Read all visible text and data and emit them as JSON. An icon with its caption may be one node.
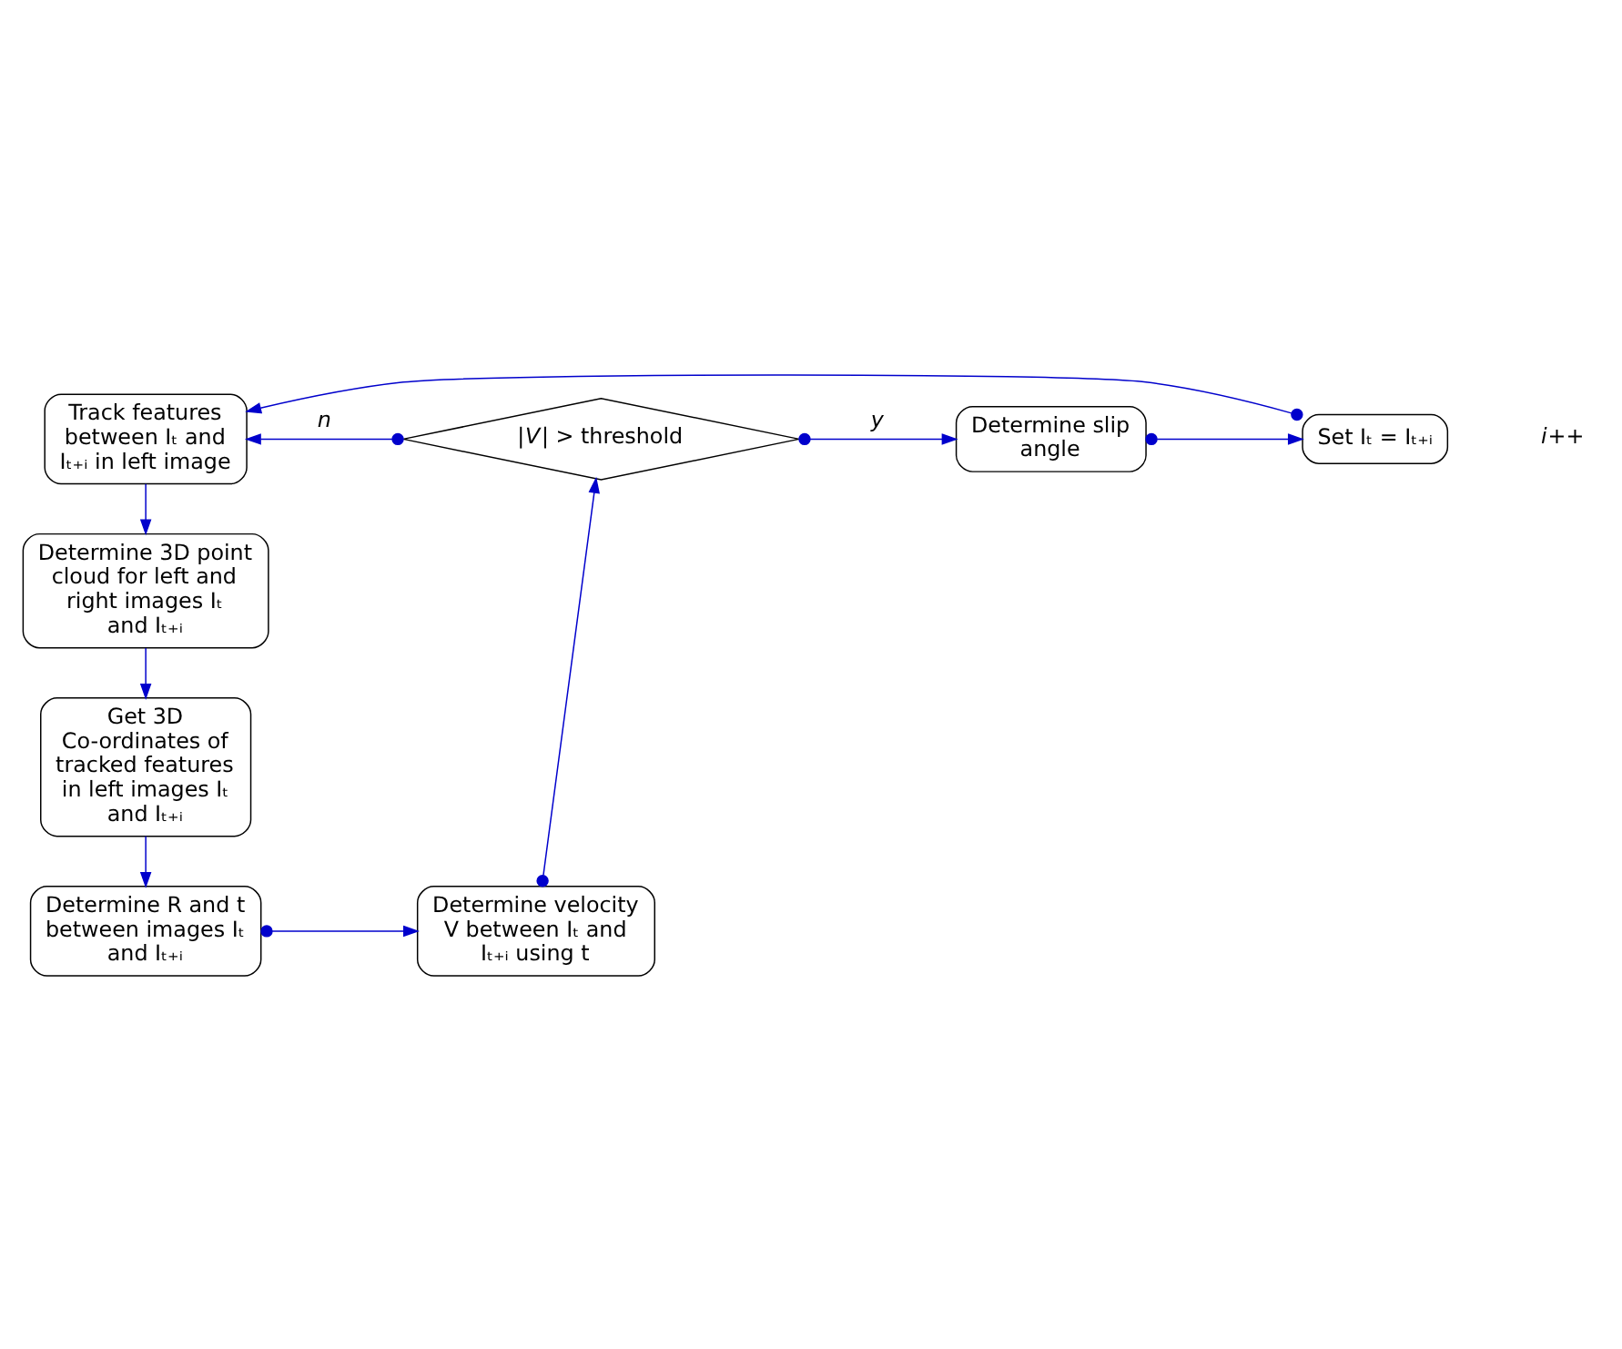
{
  "diagram": {
    "nodes": [
      {
        "text": [
          "Track features between Iₜ and Iₜ₊ᵢ in left image"
        ]
      },
      {
        "text": [
          "Determine 3D point cloud for left and right images Iₜ and Iₜ₊ᵢ"
        ]
      },
      {
        "text": [
          "Get 3D Co-ordinates of tracked features in left images Iₜ and Iₜ₊ᵢ"
        ]
      },
      {
        "text": [
          "Determine R and t between images Iₜ and Iₜ₊ᵢ"
        ]
      },
      {
        "text": [
          "Determine velocity V between Iₜ and Iₜ₊ᵢ using t"
        ]
      },
      {
        "text": [
          "|*V*| > threshold"
        ]
      },
      {
        "text": [
          "Determine slip angle"
        ]
      },
      {
        "text": [
          "Set Iₜ = Iₜ₊ᵢ"
        ]
      }
    ],
    "edges": [
      {
        "from": 0,
        "to": 1,
        "arrow": "to"
      },
      {
        "from": 1,
        "to": 2,
        "arrow": "to"
      },
      {
        "from": 2,
        "to": 3,
        "arrow": "to"
      },
      {
        "from": 3,
        "to": 4,
        "arrow": "to"
      },
      {
        "from": 4,
        "to": 5,
        "arrow": "to"
      },
      {
        "from": 5,
        "to": 6,
        "arrow": "to",
        "label": "*y*"
      },
      {
        "from": 6,
        "to": 7,
        "arrow": "to"
      },
      {
        "from": 5,
        "to": 0,
        "arrow": "to",
        "label": "*n*"
      },
      {
        "from": 7,
        "to": 0,
        "arrow": "to"
      }
    ],
    "labels": [
      "*i*++"
    ]
  }
}
